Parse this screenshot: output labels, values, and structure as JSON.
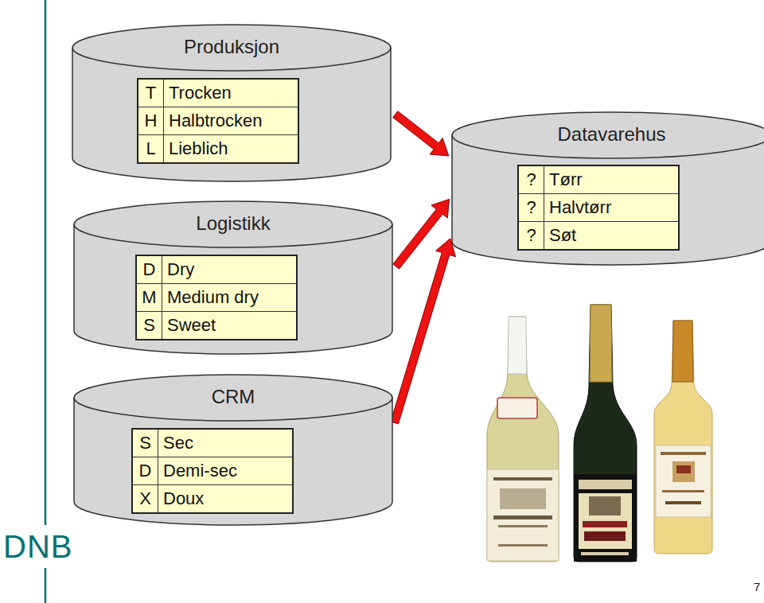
{
  "diagram": {
    "nodes": [
      {
        "text": [
          "Produksjon"
        ]
      },
      {
        "text": [
          "T",
          "Trocken",
          "H",
          "Halbtrocken",
          "L",
          "Lieblich"
        ],
        "in": 0
      },
      {
        "text": [
          "Logistikk"
        ]
      },
      {
        "text": [
          "D",
          "Dry",
          "M",
          "Medium dry",
          "S",
          "Sweet"
        ],
        "in": 2
      },
      {
        "text": [
          "CRM"
        ]
      },
      {
        "text": [
          "S",
          "Sec",
          "D",
          "Demi-sec",
          "X",
          "Doux"
        ],
        "in": 4
      },
      {
        "text": [
          "Datavarehus"
        ]
      },
      {
        "text": [
          "?",
          "Tørr",
          "?",
          "Halvtørr",
          "?",
          "Søt"
        ],
        "in": 6
      }
    ],
    "edges": [
      {
        "from": 0,
        "to": 6,
        "arrow": "to"
      },
      {
        "from": 2,
        "to": 6,
        "arrow": "to"
      },
      {
        "from": 4,
        "to": 6,
        "arrow": "to"
      }
    ],
    "labels": [
      "DNB",
      "7"
    ]
  }
}
